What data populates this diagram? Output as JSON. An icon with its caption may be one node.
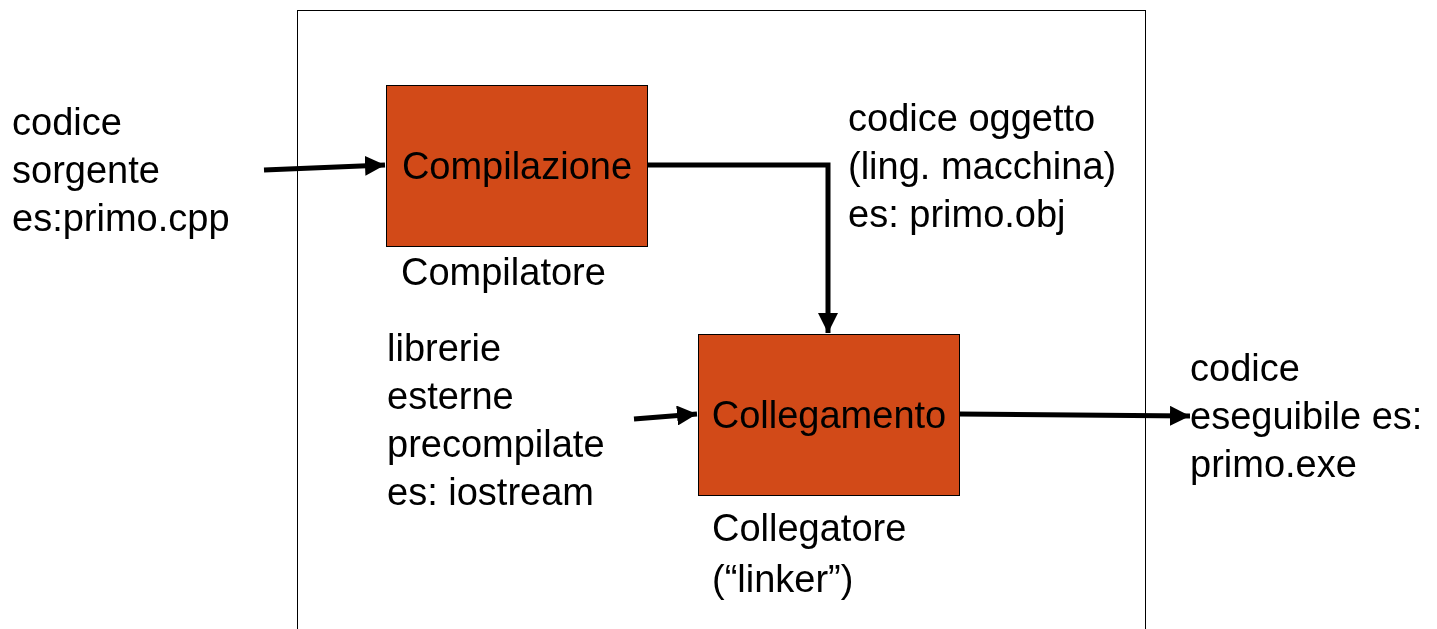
{
  "diagram": {
    "nodes": [
      {
        "text": [],
        "shape": "box"
      },
      {
        "text": [
          "codice sorgente es:primo.cpp"
        ]
      },
      {
        "text": [
          "Compilazione"
        ],
        "in": 0,
        "beside": [
          "Compilatore"
        ]
      },
      {
        "text": [
          "librerie esterne precompilate es: iostream"
        ],
        "in": 0
      },
      {
        "text": [
          "Collegamento"
        ],
        "in": 0,
        "beside": [
          "Collegatore (“linker”)"
        ]
      },
      {
        "text": [
          "codice eseguibile es: primo.exe"
        ]
      }
    ],
    "edges": [
      {
        "from": 1,
        "to": 2,
        "arrow": "to"
      },
      {
        "from": 2,
        "to": 4,
        "arrow": "to",
        "label": "codice oggetto (ling. macchina) es: primo.obj"
      },
      {
        "from": 3,
        "to": 4,
        "arrow": "to"
      },
      {
        "from": 4,
        "to": 5,
        "arrow": "to"
      }
    ]
  }
}
